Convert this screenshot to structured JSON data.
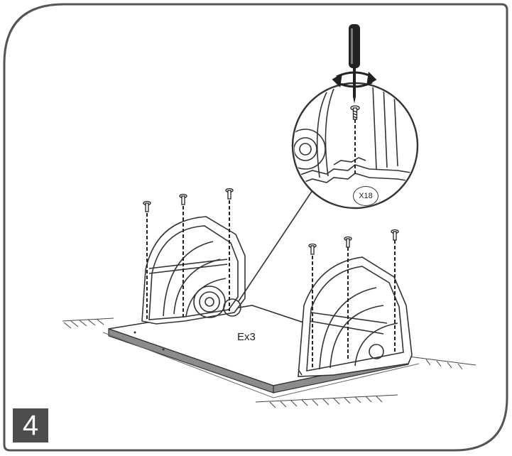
{
  "step": {
    "number": "4"
  },
  "parts": {
    "label": "Ex3"
  },
  "hardware": {
    "quantity_label": "X18"
  },
  "colors": {
    "line": "#333333",
    "badge_bg": "#4d4d4d",
    "board_edge": "#8c8c8c"
  },
  "icons": [
    "screwdriver-icon",
    "rotation-arrow-icon",
    "screw-icon"
  ]
}
